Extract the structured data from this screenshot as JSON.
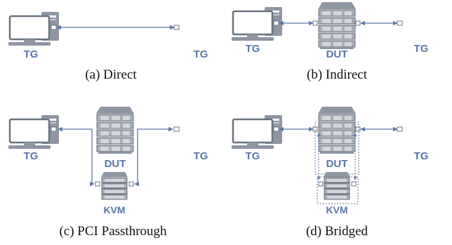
{
  "panels": {
    "a": {
      "caption": "(a) Direct",
      "tg_left": "TG",
      "tg_right": "TG"
    },
    "b": {
      "caption": "(b) Indirect",
      "tg_left": "TG",
      "dut": "DUT",
      "tg_right": "TG"
    },
    "c": {
      "caption": "(c) PCI Passthrough",
      "tg_left": "TG",
      "dut": "DUT",
      "kvm": "KVM",
      "tg_right": "TG"
    },
    "d": {
      "caption": "(d) Bridged",
      "tg_left": "TG",
      "dut": "DUT",
      "kvm": "KVM",
      "tg_right": "TG"
    }
  },
  "colors": {
    "device_fill": "#8e96a3",
    "device_light": "#eef0f3",
    "outline": "#6b7380",
    "link": "#5a77a8"
  }
}
